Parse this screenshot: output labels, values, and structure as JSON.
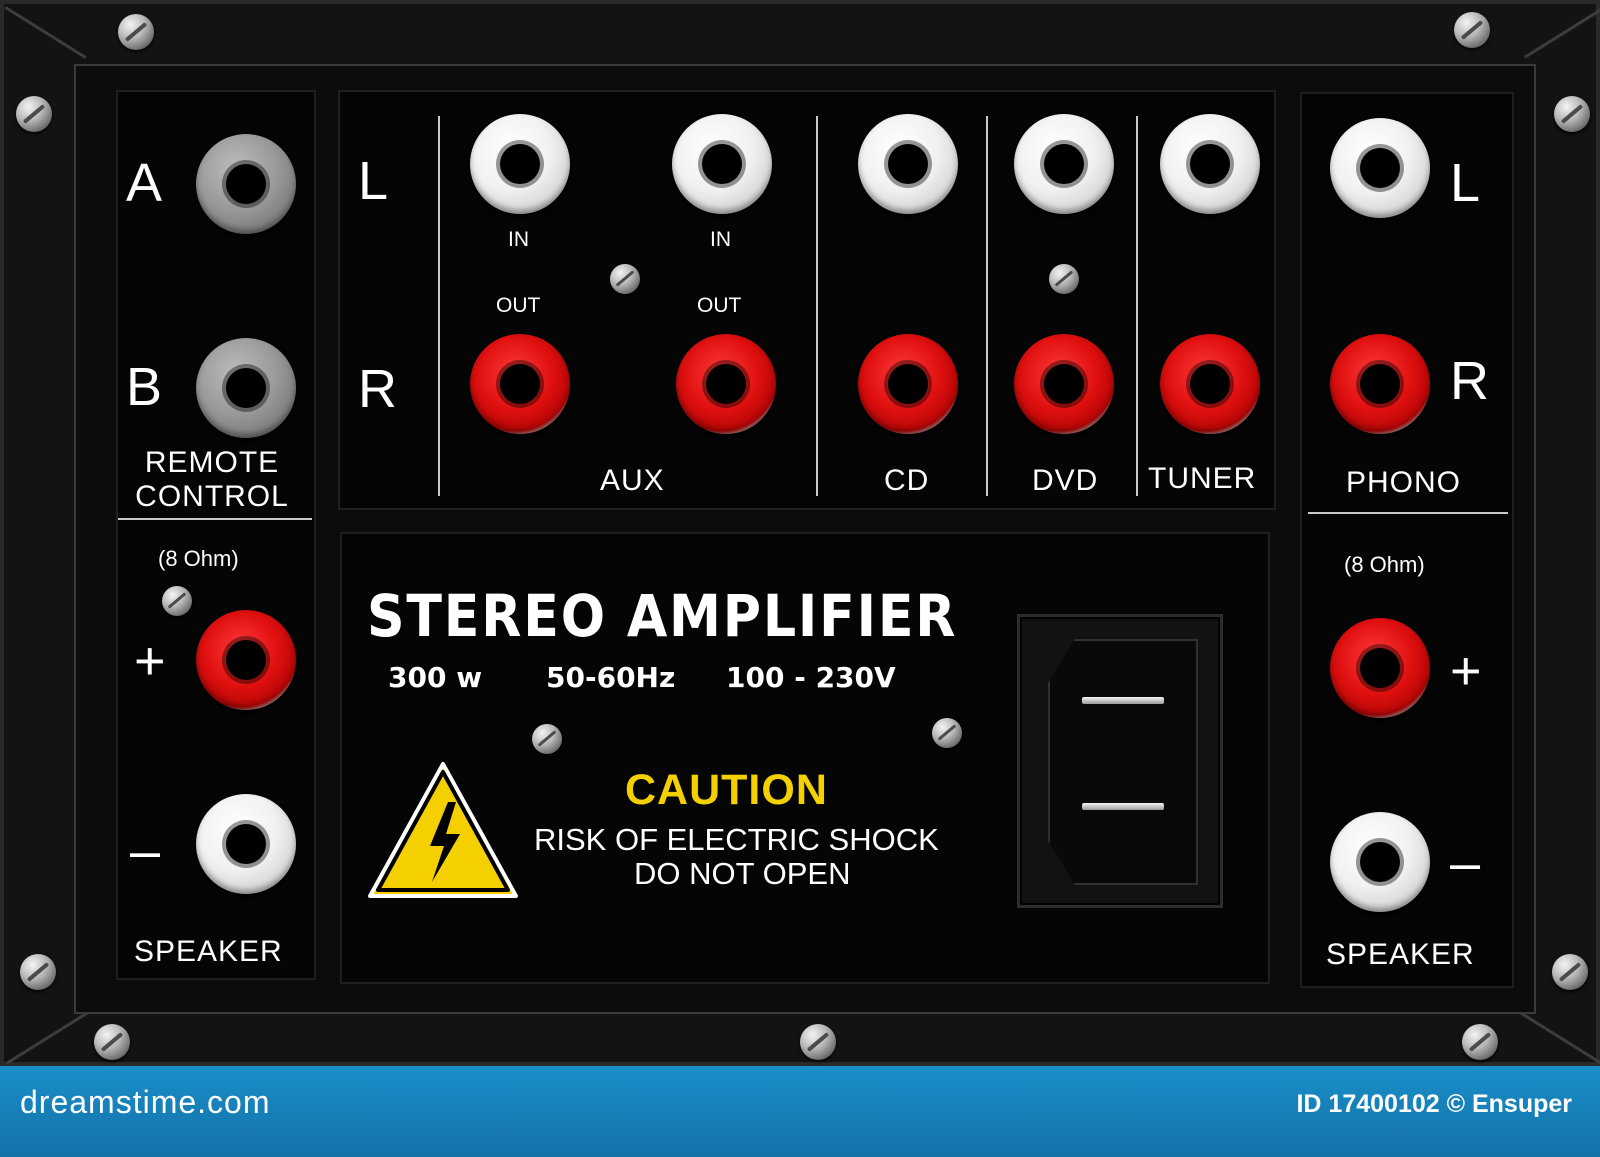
{
  "left_section": {
    "label_a": "A",
    "label_b": "B",
    "remote_label_line1": "REMOTE",
    "remote_label_line2": "CONTROL",
    "ohm_label": "(8 Ohm)",
    "plus": "+",
    "minus": "–",
    "speaker_label": "SPEAKER"
  },
  "inputs_section": {
    "label_l": "L",
    "label_r": "R",
    "in_label": "IN",
    "out_label": "OUT",
    "aux_label": "AUX",
    "cd_label": "CD",
    "dvd_label": "DVD",
    "tuner_label": "TUNER"
  },
  "right_section": {
    "label_l": "L",
    "label_r": "R",
    "phono_label": "PHONO",
    "ohm_label": "(8 Ohm)",
    "plus": "+",
    "minus": "–",
    "speaker_label": "SPEAKER"
  },
  "main": {
    "title": "STEREO AMPLIFIER",
    "power": "300 w",
    "frequency": "50-60Hz",
    "voltage": "100 - 230V",
    "caution": "CAUTION",
    "warning_line1": "RISK OF ELECTRIC SHOCK",
    "warning_line2": "DO NOT OPEN"
  },
  "footer": {
    "logo": "dreamstime.com",
    "image_id": "ID 17400102 © Ensuper"
  },
  "colors": {
    "panel": "#131313",
    "jack_red": "#e01010",
    "jack_white": "#f1f1f1",
    "caution_yellow": "#f4d000",
    "footer_blue": "#1a8ec8"
  },
  "icons": [
    "screw-icon",
    "rca-jack-icon",
    "high-voltage-warning-icon",
    "power-socket-icon"
  ]
}
